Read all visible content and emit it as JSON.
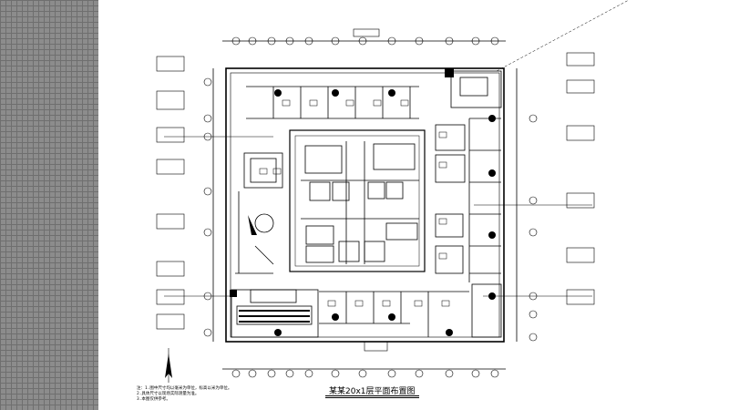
{
  "viewer": {
    "background_pattern": "checker-grid",
    "sidebar_color": "#8c8c8c",
    "canvas_color": "#ffffff"
  },
  "drawing": {
    "title": "某某20x1层平面布置图",
    "line_color": "#000000",
    "north_arrow": "north-arrow-icon",
    "notes": [
      "注：1.图中尺寸均以毫米为单位，标高以米为单位。",
      "2.具体尺寸以现场实际测量为准。",
      "3.本图仅供参考。"
    ]
  }
}
